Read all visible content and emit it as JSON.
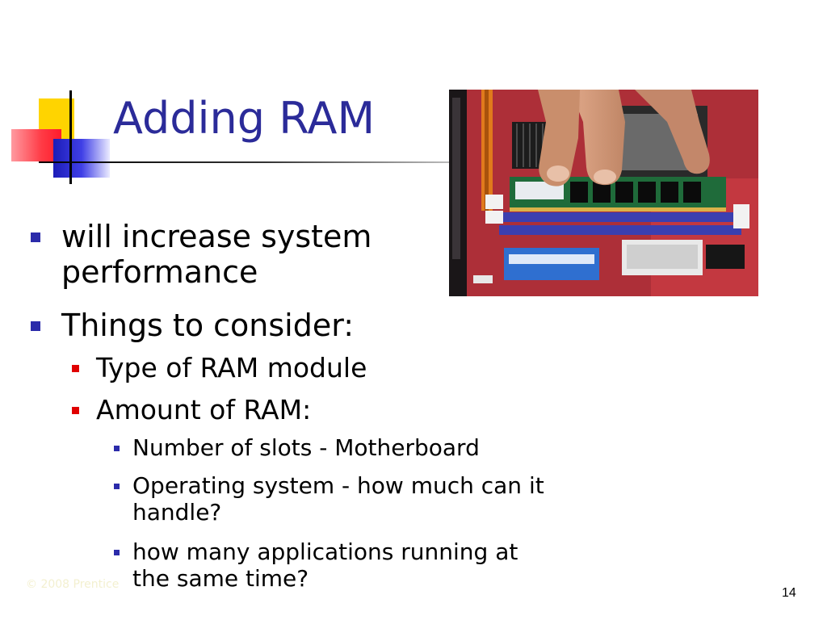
{
  "slide": {
    "title": "Adding RAM",
    "bullets": [
      {
        "text": "will increase system performance"
      },
      {
        "text": "Things to consider:",
        "children": [
          {
            "text": "Type of RAM module"
          },
          {
            "text": "Amount of RAM:",
            "children": [
              {
                "text": "Number of slots - Motherboard"
              },
              {
                "text": "Operating system - how much can it handle?"
              },
              {
                "text": "how many applications running at the same time?"
              }
            ]
          }
        ]
      }
    ],
    "footer": "© 2008 Prentice",
    "page_number": "14"
  },
  "colors": {
    "title": "#2b2b99",
    "bullet_level1": "#2b2baa",
    "bullet_level2": "#e00000",
    "bullet_level3": "#2b2baa"
  }
}
